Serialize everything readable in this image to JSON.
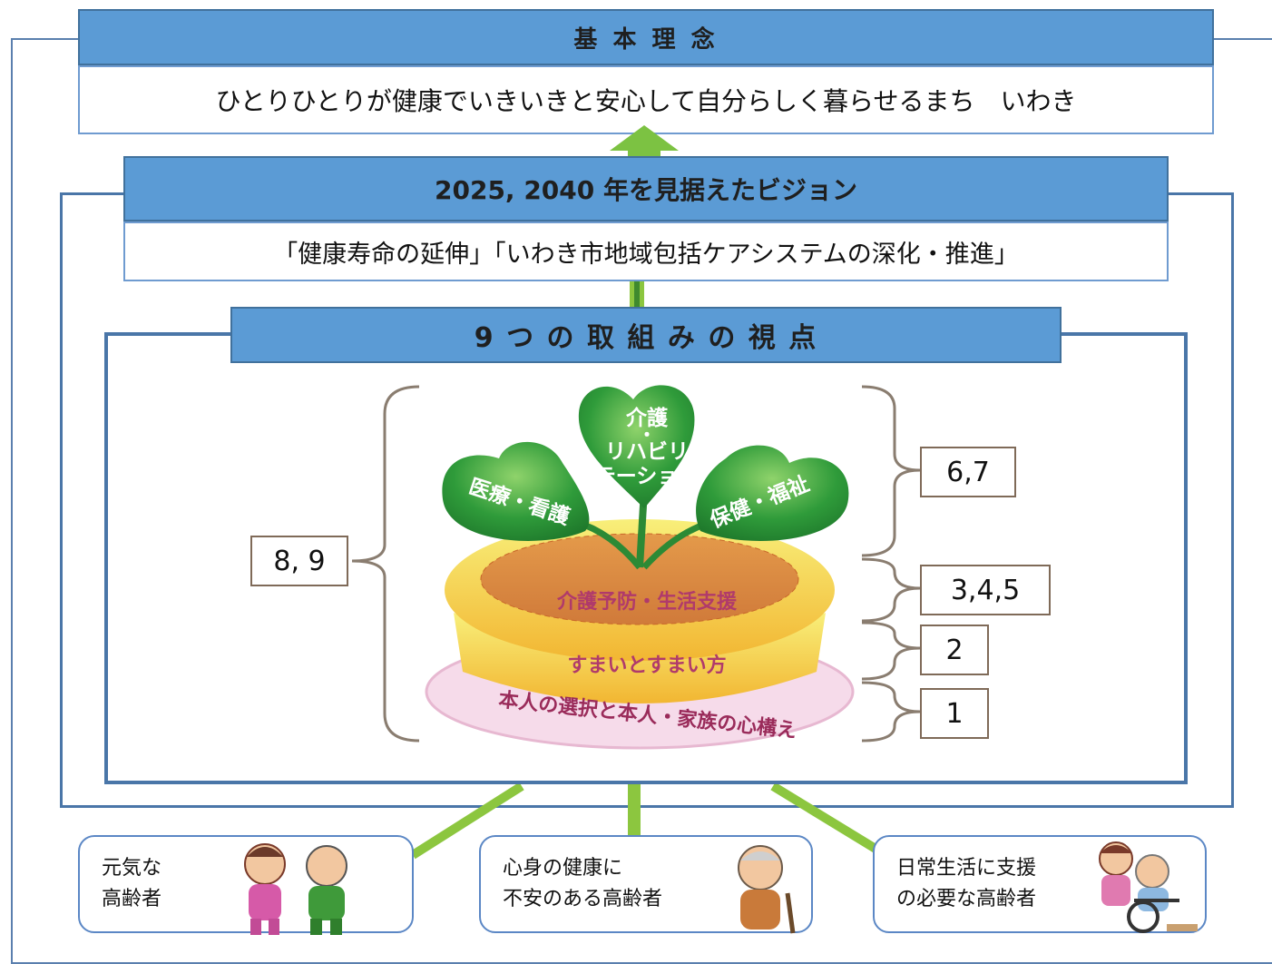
{
  "philosophy": {
    "title": "基 本 理 念",
    "text": "ひとりひとりが健康でいきいきと安心して自分らしく暮らせるまち　いわき"
  },
  "vision": {
    "title": "2025, 2040 年を見据えたビジョン",
    "text": "「健康寿命の延伸」「いわき市地域包括ケアシステムの深化・推進」"
  },
  "perspectives": {
    "title": "9 つ の 取 組 み の 視 点",
    "leaf_left": "医療・看護",
    "leaf_center_1": "介護",
    "leaf_center_2": "・",
    "leaf_center_3": "リハビリ",
    "leaf_center_4": "テーション",
    "leaf_right": "保健・福祉",
    "layer_soil": "介護予防・生活支援",
    "layer_pot": "すまいとすまい方",
    "layer_base": "本人の選択と本人・家族の心構え",
    "bracket_left": "8, 9",
    "bracket_right_1": "6,7",
    "bracket_right_2": "3,4,5",
    "bracket_right_3": "2",
    "bracket_right_4": "1"
  },
  "groups": {
    "healthy": "元気な\n高齢者",
    "anxious": "心身の健康に\n不安のある高齢者",
    "support": "日常生活に支援\nの必要な高齢者"
  },
  "colors": {
    "header_blue": "#5b9bd5",
    "frame_blue": "#4a76a8",
    "leaf_green": "#2e9a3a",
    "connector_green": "#8cc63f"
  }
}
